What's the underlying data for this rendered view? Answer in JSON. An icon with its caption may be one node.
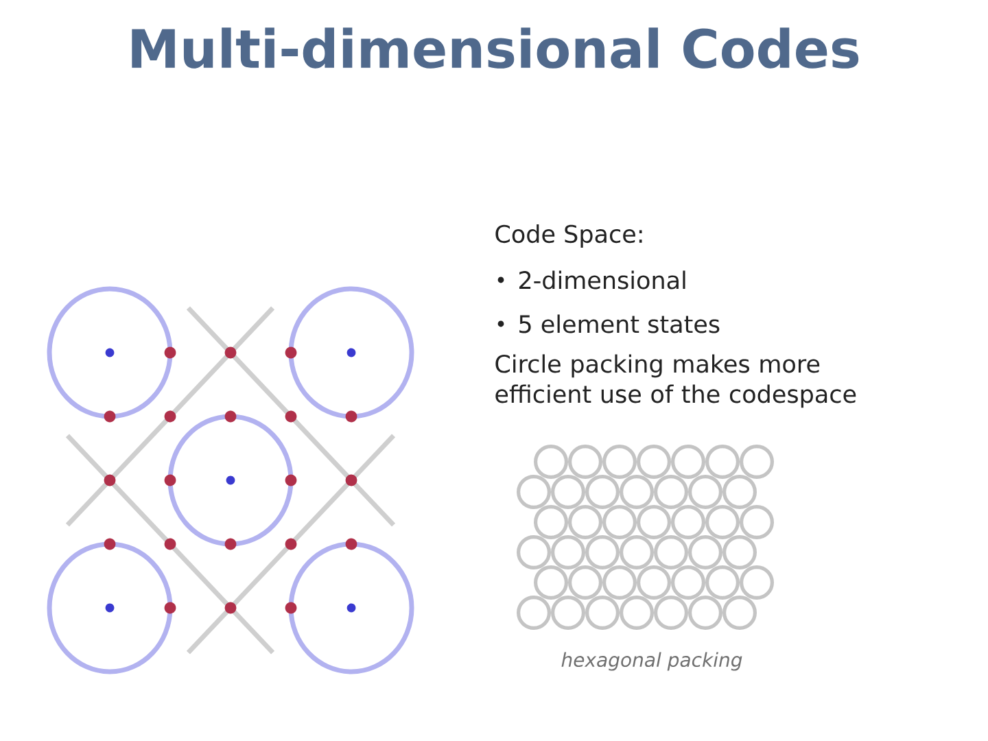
{
  "diagram": {
    "title": "Multi-dimensional Codes",
    "labels": [
      "Code Space:",
      "2-dimensional",
      "5 element states",
      "Circle packing makes more efficient use of the codespace",
      "hexagonal packing"
    ]
  }
}
